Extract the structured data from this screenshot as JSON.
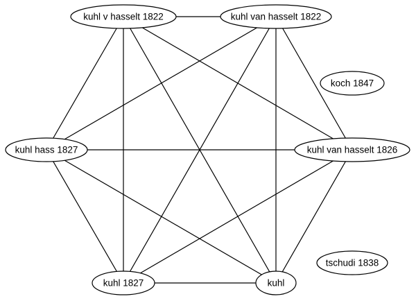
{
  "graph": {
    "nodes": [
      {
        "id": "n1",
        "label": "kuhl v hasselt 1822"
      },
      {
        "id": "n2",
        "label": "kuhl van hasselt 1822"
      },
      {
        "id": "n3",
        "label": "koch 1847"
      },
      {
        "id": "n4",
        "label": "kuhl hass 1827"
      },
      {
        "id": "n5",
        "label": "kuhl van hasselt 1826"
      },
      {
        "id": "n6",
        "label": "tschudi 1838"
      },
      {
        "id": "n7",
        "label": "kuhl 1827"
      },
      {
        "id": "n8",
        "label": "kuhl"
      }
    ],
    "edges": [
      [
        "n1",
        "n2"
      ],
      [
        "n1",
        "n4"
      ],
      [
        "n1",
        "n5"
      ],
      [
        "n1",
        "n7"
      ],
      [
        "n1",
        "n8"
      ],
      [
        "n2",
        "n4"
      ],
      [
        "n2",
        "n5"
      ],
      [
        "n2",
        "n7"
      ],
      [
        "n2",
        "n8"
      ],
      [
        "n4",
        "n5"
      ],
      [
        "n4",
        "n7"
      ],
      [
        "n4",
        "n8"
      ],
      [
        "n5",
        "n7"
      ],
      [
        "n5",
        "n8"
      ],
      [
        "n7",
        "n8"
      ]
    ]
  }
}
